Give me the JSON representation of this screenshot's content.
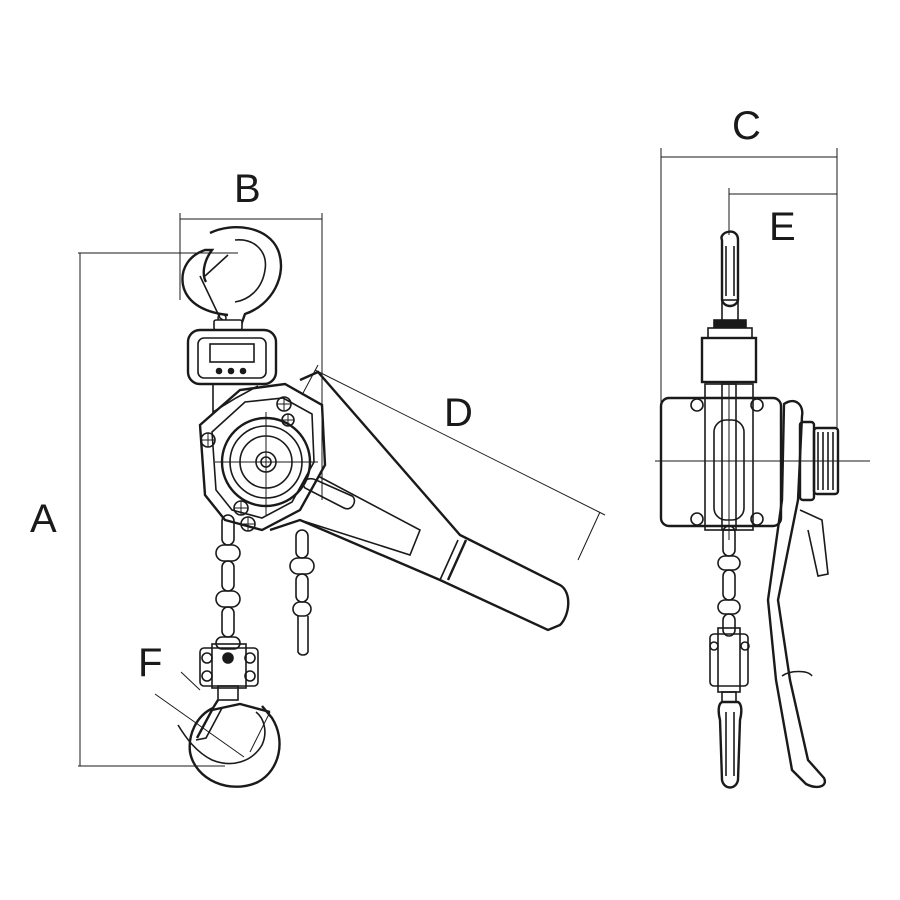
{
  "diagram": {
    "labels": {
      "A": "A",
      "B": "B",
      "C": "C",
      "D": "D",
      "E": "E",
      "F": "F"
    },
    "colors": {
      "line": "#1a1a1a",
      "background": "#ffffff"
    }
  }
}
